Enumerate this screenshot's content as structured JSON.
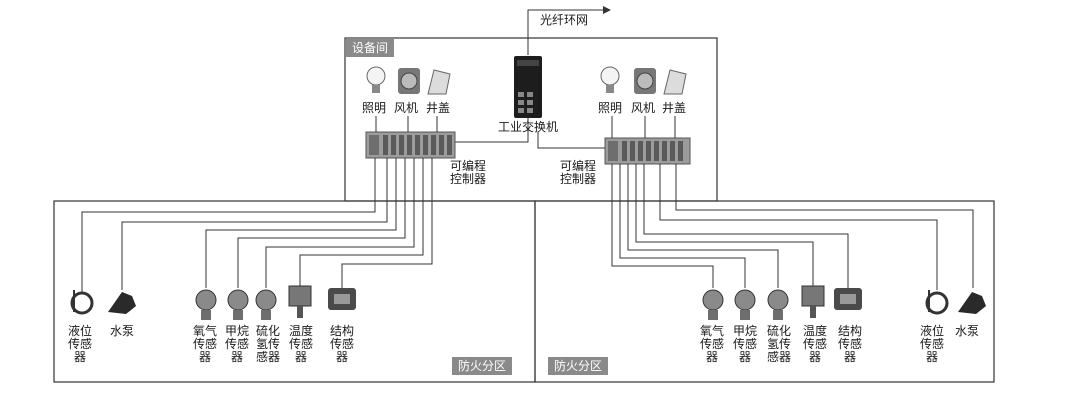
{
  "top_link": "光纤环网",
  "equipment_room": "设备间",
  "switch_label": "工业交换机",
  "left_devices": {
    "lighting": "照明",
    "fan": "风机",
    "manhole": "井盖",
    "plc": [
      "可编程",
      "控制器"
    ]
  },
  "right_devices": {
    "lighting": "照明",
    "fan": "风机",
    "manhole": "井盖",
    "plc": [
      "可编程",
      "控制器"
    ]
  },
  "left_zone": {
    "name": "防火分区",
    "sensors": {
      "level": [
        "液位",
        "传感",
        "器"
      ],
      "pump": [
        "水泵"
      ],
      "oxygen": [
        "氧气",
        "传感",
        "器"
      ],
      "methane": [
        "甲烷",
        "传感",
        "器"
      ],
      "h2s": [
        "硫化",
        "氢传",
        "感器"
      ],
      "temperature": [
        "温度",
        "传感",
        "器"
      ],
      "structure": [
        "结构",
        "传感",
        "器"
      ]
    }
  },
  "right_zone": {
    "name": "防火分区",
    "sensors": {
      "oxygen": [
        "氧气",
        "传感",
        "器"
      ],
      "methane": [
        "甲烷",
        "传感",
        "器"
      ],
      "h2s": [
        "硫化",
        "氢传",
        "感器"
      ],
      "temperature": [
        "温度",
        "传感",
        "器"
      ],
      "structure": [
        "结构",
        "传感",
        "器"
      ],
      "level": [
        "液位",
        "传感",
        "器"
      ],
      "pump": [
        "水泵"
      ]
    }
  }
}
